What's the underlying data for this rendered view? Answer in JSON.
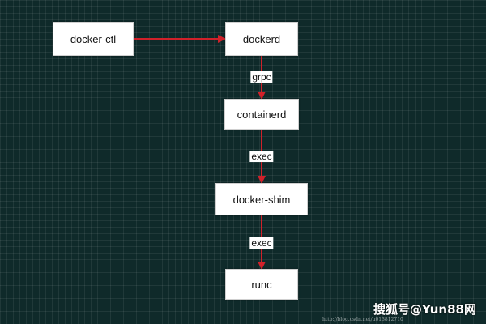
{
  "diagram": {
    "edge_color": "#d0212a",
    "nodes": [
      {
        "id": "docker-ctl",
        "label": "docker-ctl"
      },
      {
        "id": "dockerd",
        "label": "dockerd"
      },
      {
        "id": "containerd",
        "label": "containerd"
      },
      {
        "id": "docker-shim",
        "label": "docker-shim"
      },
      {
        "id": "runc",
        "label": "runc"
      }
    ],
    "edges": [
      {
        "from": "docker-ctl",
        "to": "dockerd",
        "label": ""
      },
      {
        "from": "dockerd",
        "to": "containerd",
        "label": "grpc"
      },
      {
        "from": "containerd",
        "to": "docker-shim",
        "label": "exec"
      },
      {
        "from": "docker-shim",
        "to": "runc",
        "label": "exec"
      }
    ]
  },
  "watermark": {
    "url": "http://blog.csdn.net/u013812710",
    "source": "搜狐号@Yun88网"
  }
}
